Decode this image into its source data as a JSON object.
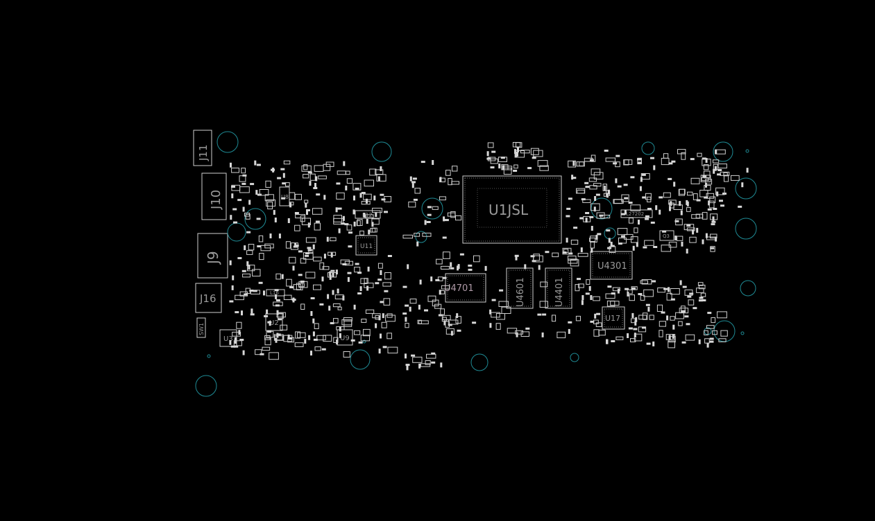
{
  "board": {
    "background": "#000000",
    "silkscreen_color": "#d0d0d0",
    "label_color": "#9a9a9a",
    "hole_color": "#1f8c96"
  },
  "labels": {
    "J11": "J11",
    "J10": "J10",
    "J9": "J9",
    "J16": "J16",
    "SW1": "SW1",
    "U1JSL": "U1JSL",
    "U4701": "U4701",
    "U4601": "U4601",
    "U4401": "U4401",
    "U4301": "U4301",
    "U17": "U17",
    "U2": "U2",
    "U3": "U3",
    "U9": "U9",
    "U8": "U8",
    "U11": "U11",
    "L12": "L12",
    "L16": "L16",
    "L27202": "L27202",
    "Q3": "Q3"
  }
}
